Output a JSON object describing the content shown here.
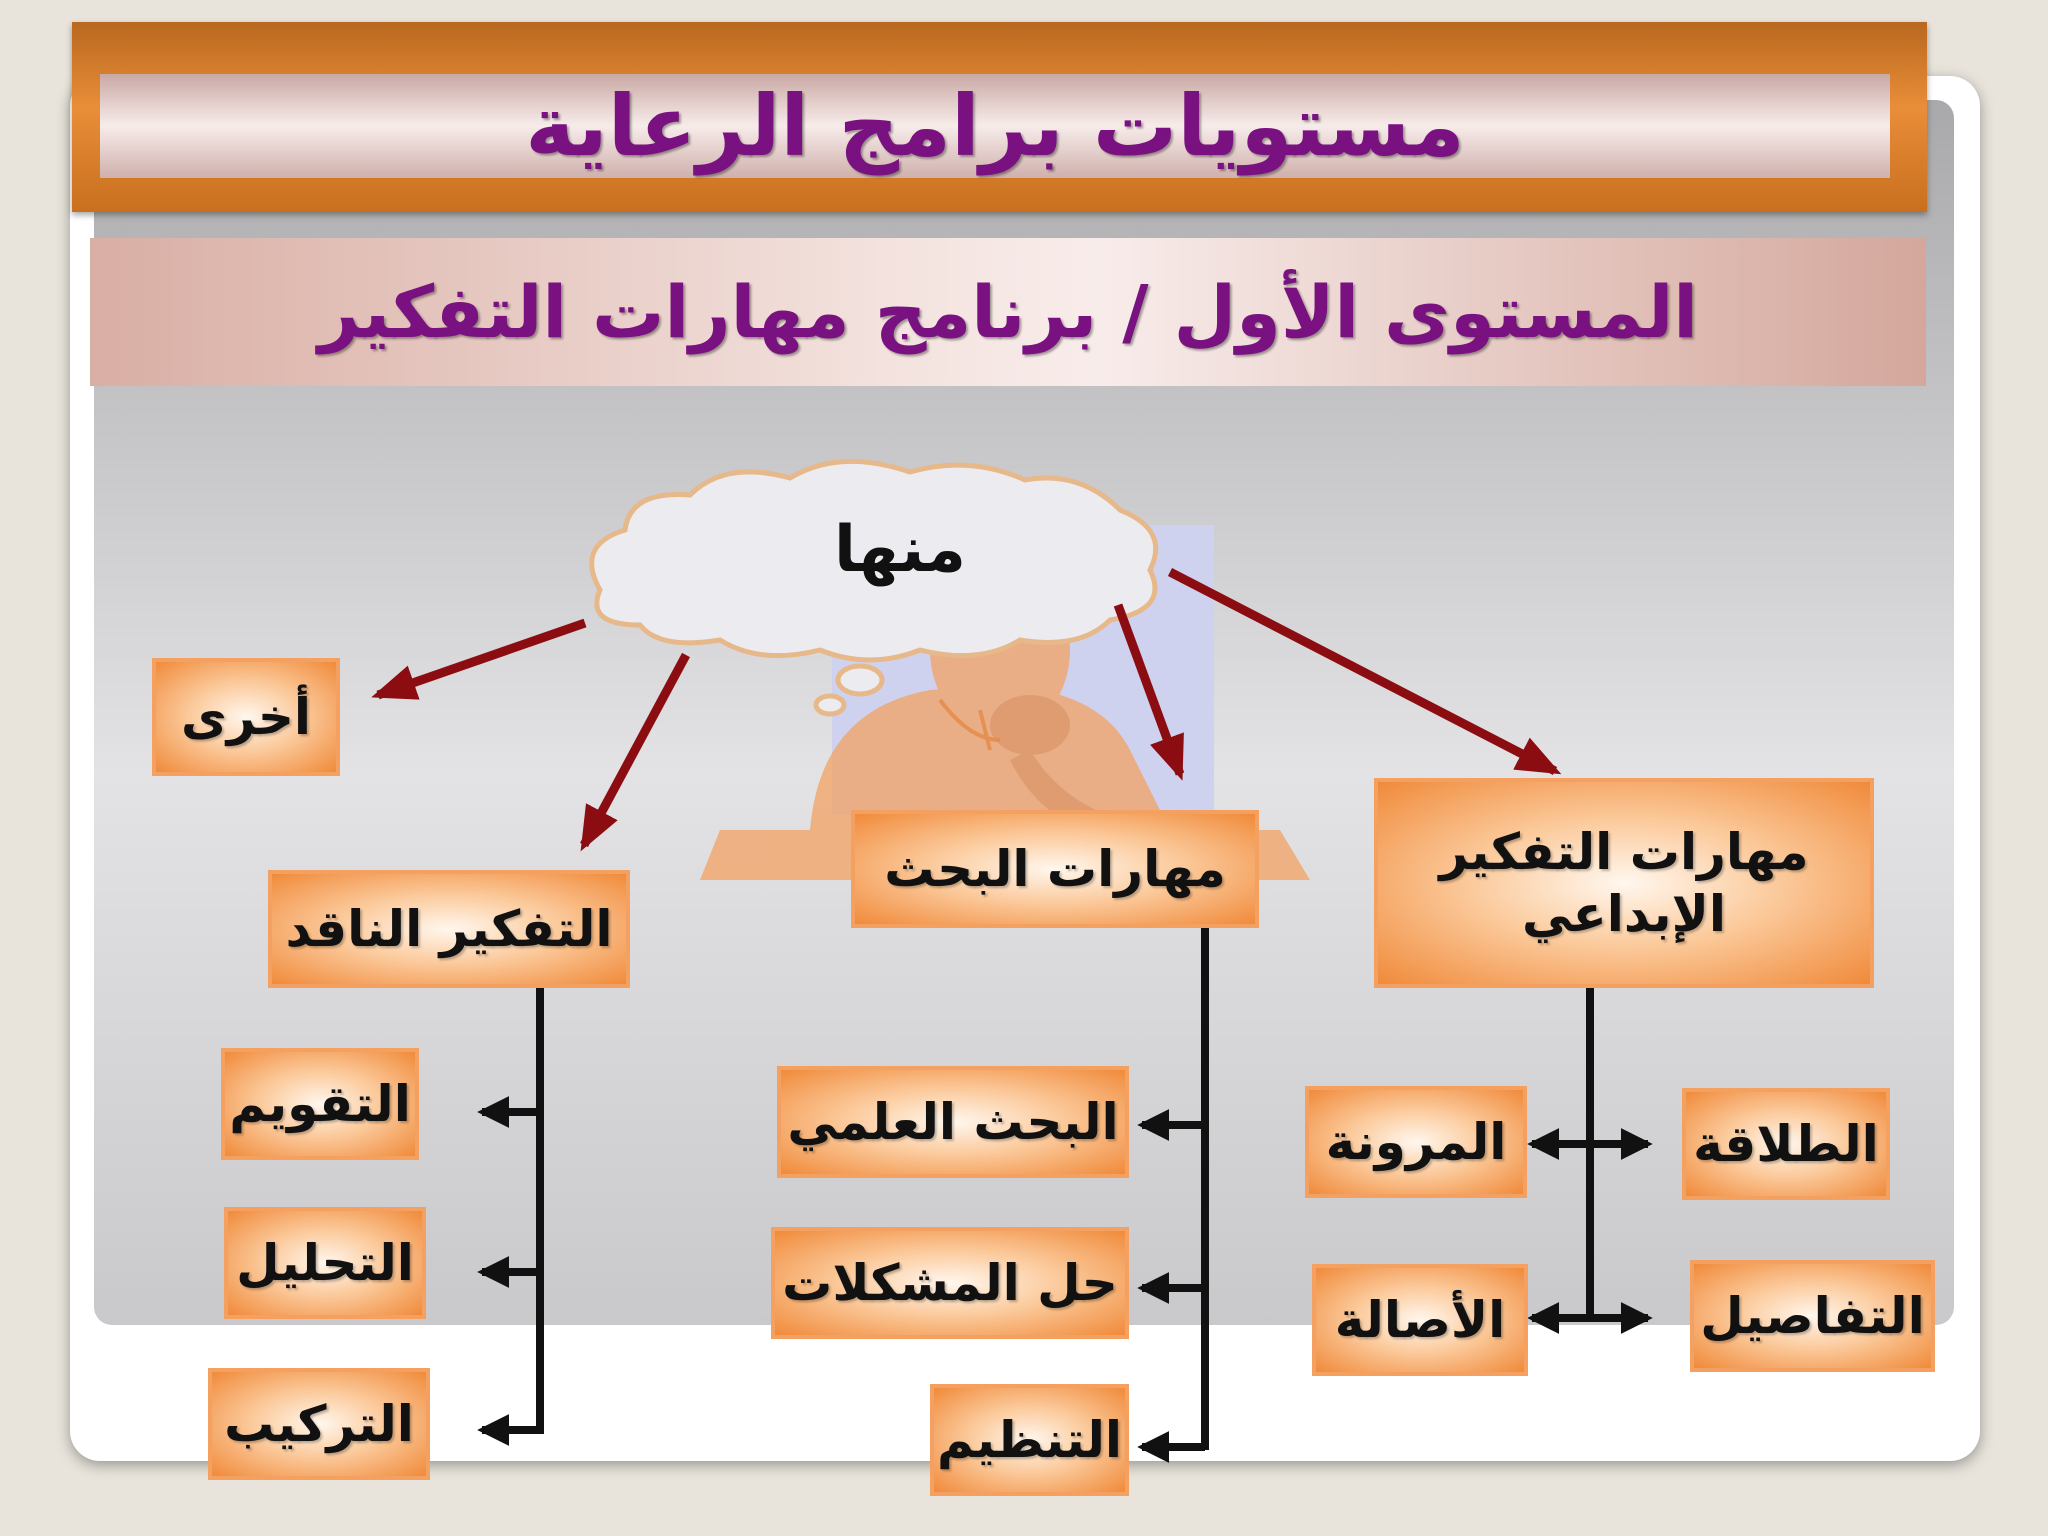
{
  "slide": {
    "title": "مستويات برامج الرعاية",
    "subtitle": "المستوى الأول / برنامج مهارات التفكير"
  },
  "diagram": {
    "cloud_label": "منها",
    "categories": [
      {
        "id": "creative",
        "label": "مهارات التفكير الإبداعي"
      },
      {
        "id": "research",
        "label": "مهارات البحث"
      },
      {
        "id": "critical",
        "label": "التفكير الناقد"
      },
      {
        "id": "other",
        "label": "أخرى"
      }
    ],
    "creative_items": [
      "الطلاقة",
      "المرونة",
      "التفاصيل",
      "الأصالة"
    ],
    "research_items": [
      "البحث العلمي",
      "حل المشكلات",
      "التنظيم"
    ],
    "critical_items": [
      "التقويم",
      "التحليل",
      "التركيب"
    ]
  },
  "colors": {
    "title_text": "#7a1180",
    "arrow": "#8b0d12",
    "box_border": "#f08a3a"
  },
  "icons": [
    "thought-cloud-icon",
    "thinking-person-icon"
  ]
}
